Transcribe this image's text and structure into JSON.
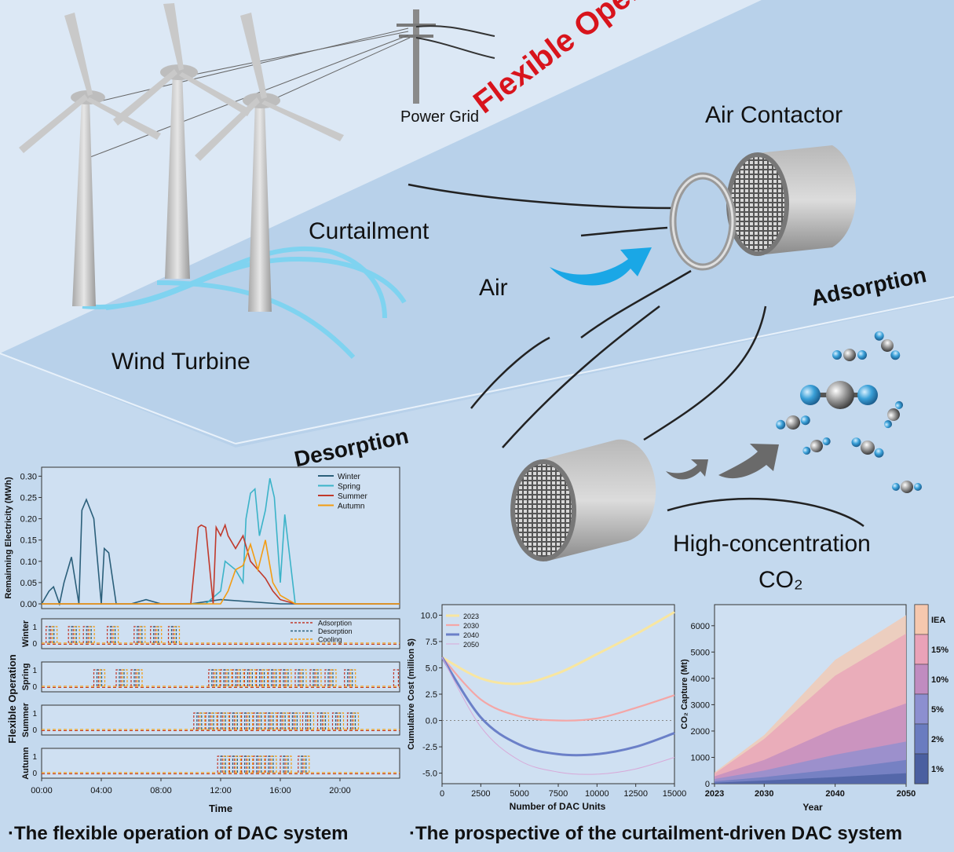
{
  "labels": {
    "power_grid": "Power Grid",
    "flexible_operation": "Flexible Operation",
    "air_contactor": "Air Contactor",
    "curtailment": "Curtailment",
    "air": "Air",
    "adsorption": "Adsorption",
    "wind_turbine": "Wind Turbine",
    "desorption": "Desorption",
    "high_concentration": "High-concentration",
    "co2": "CO₂"
  },
  "captions": {
    "left": "·The flexible operation of DAC system",
    "right": "·The prospective of the curtailment-driven DAC system"
  },
  "colors": {
    "flexible_operation_text": "#d8141c",
    "air_arrow": "#1aa7e6",
    "wind_curtailment_ribbon": "#7fd3f0"
  },
  "chart_data": [
    {
      "id": "remaining-electricity",
      "type": "line",
      "ylabel": "Remainning Electricity (MWh)",
      "ylim": [
        0,
        0.31
      ],
      "yticks": [
        "0.00",
        "0.05",
        "0.10",
        "0.15",
        "0.20",
        "0.25",
        "0.30"
      ],
      "x_range_hours": [
        0,
        24
      ],
      "legend_placement": "top-right",
      "series": [
        {
          "name": "Winter",
          "color": "#2b5f7a",
          "x": [
            0,
            0.5,
            0.8,
            1.2,
            1.5,
            2,
            2.5,
            2.7,
            3,
            3.5,
            4,
            4.2,
            4.5,
            5,
            6,
            7,
            8,
            10,
            12,
            16,
            20,
            24
          ],
          "y": [
            0,
            0.03,
            0.04,
            0,
            0.05,
            0.11,
            0,
            0.22,
            0.245,
            0.2,
            0,
            0.13,
            0.12,
            0,
            0,
            0.01,
            0,
            0,
            0.01,
            0,
            0,
            0
          ]
        },
        {
          "name": "Spring",
          "color": "#3bb3c8",
          "x": [
            0,
            11,
            12,
            12.3,
            13,
            13.5,
            13.7,
            14,
            14.3,
            14.6,
            15,
            15.3,
            15.6,
            16,
            16.3,
            17,
            24
          ],
          "y": [
            0,
            0,
            0.03,
            0.1,
            0.08,
            0.05,
            0.2,
            0.26,
            0.27,
            0.16,
            0.22,
            0.295,
            0.25,
            0.05,
            0.21,
            0,
            0
          ]
        },
        {
          "name": "Summer",
          "color": "#c0392b",
          "x": [
            0,
            10,
            10.5,
            10.7,
            11,
            11.5,
            11.7,
            12,
            12.3,
            12.5,
            13,
            13.5,
            14,
            14.5,
            15,
            15.5,
            16,
            17,
            24
          ],
          "y": [
            0,
            0,
            0.18,
            0.185,
            0.18,
            0,
            0.18,
            0.16,
            0.185,
            0.16,
            0.13,
            0.16,
            0.1,
            0.08,
            0.06,
            0.03,
            0.01,
            0,
            0
          ]
        },
        {
          "name": "Autumn",
          "color": "#f39c12",
          "x": [
            0,
            12,
            12.5,
            13,
            13.5,
            14,
            14.5,
            15,
            15.5,
            16,
            17,
            24
          ],
          "y": [
            0,
            0,
            0.03,
            0.08,
            0.09,
            0.14,
            0.08,
            0.15,
            0.05,
            0.02,
            0,
            0
          ]
        }
      ]
    },
    {
      "id": "flexible-operation-schedule",
      "type": "line",
      "ylabel": "Flexible Operation",
      "xlabel": "Time",
      "x_tick_labels": [
        "00:00",
        "04:00",
        "08:00",
        "12:00",
        "16:00",
        "20:00"
      ],
      "panels": [
        "Winter",
        "Spring",
        "Summer",
        "Autumn"
      ],
      "y_tick_labels": [
        "0",
        "1"
      ],
      "legend": [
        {
          "name": "Adsorption",
          "color": "#c0392b"
        },
        {
          "name": "Desorption",
          "color": "#2b5f7a"
        },
        {
          "name": "Cooling",
          "color": "#f39c12"
        }
      ],
      "windows_hours": {
        "Winter": [
          0.3,
          1.8,
          2.8,
          4.4,
          6.2,
          7.3,
          8.5
        ],
        "Spring": [
          3.5,
          5,
          6,
          11.2,
          12,
          12.8,
          13.6,
          14.4,
          15.2,
          16,
          17,
          18,
          19,
          20.3,
          23.6
        ],
        "Summer": [
          10.2,
          11,
          11.8,
          12.6,
          13.4,
          14.2,
          15,
          15.8,
          16.6,
          17.5,
          18.5,
          19.5,
          20.5
        ],
        "Autumn": [
          11.8,
          12.6,
          13.4,
          14.2,
          15,
          16,
          17.2
        ]
      }
    },
    {
      "id": "cumulative-cost",
      "type": "line",
      "xlabel": "Number of DAC Units",
      "ylabel": "Cumulative Cost (million $)",
      "xlim": [
        0,
        15000
      ],
      "ylim": [
        -6,
        11
      ],
      "xticks": [
        "0",
        "2500",
        "5000",
        "7500",
        "10000",
        "12500",
        "15000"
      ],
      "yticks": [
        "10.0",
        "7.5",
        "5.0",
        "2.5",
        "0.0",
        "-2.5",
        "-5.0"
      ],
      "legend_placement": "top-left",
      "series": [
        {
          "name": "2023",
          "color": "#f8e6a0",
          "x": [
            0,
            2500,
            5000,
            7500,
            10000,
            12500,
            15000
          ],
          "y": [
            6,
            4,
            3.5,
            4.5,
            6.3,
            8.2,
            10.3
          ]
        },
        {
          "name": "2030",
          "color": "#f4a6a6",
          "x": [
            0,
            2500,
            5000,
            7500,
            10000,
            12500,
            15000
          ],
          "y": [
            6,
            2,
            0.4,
            0,
            0.2,
            1.2,
            2.4
          ]
        },
        {
          "name": "2040",
          "color": "#6b80c8",
          "x": [
            0,
            2500,
            5000,
            7500,
            10000,
            12500,
            15000
          ],
          "y": [
            6,
            0.3,
            -2.3,
            -3.2,
            -3.2,
            -2.5,
            -1.2
          ]
        },
        {
          "name": "2050",
          "color": "#d8a8d8",
          "x": [
            0,
            2500,
            5000,
            7500,
            10000,
            12500,
            15000
          ],
          "y": [
            6,
            -0.6,
            -3.8,
            -4.9,
            -5.1,
            -4.6,
            -3.5
          ]
        }
      ]
    },
    {
      "id": "co2-capture",
      "type": "area",
      "xlabel": "Year",
      "ylabel": "CO₂ Capture (Mt)",
      "xlim": [
        2023,
        2050
      ],
      "ylim": [
        0,
        6800
      ],
      "xticks": [
        "2023",
        "2030",
        "2040",
        "2050"
      ],
      "yticks": [
        "0",
        "1000",
        "2000",
        "3000",
        "4000",
        "5000",
        "6000"
      ],
      "x": [
        2023,
        2030,
        2040,
        2050
      ],
      "series": [
        {
          "name": "1%",
          "color": "#4a5fa0",
          "y": [
            40,
            120,
            250,
            400
          ]
        },
        {
          "name": "2%",
          "color": "#6a7cc0",
          "y": [
            90,
            250,
            550,
            900
          ]
        },
        {
          "name": "5%",
          "color": "#8c8fd0",
          "y": [
            180,
            500,
            1100,
            1600
          ]
        },
        {
          "name": "10%",
          "color": "#c08cc0",
          "y": [
            280,
            900,
            2100,
            3050
          ]
        },
        {
          "name": "15%",
          "color": "#eaa2b8",
          "y": [
            380,
            1700,
            4100,
            5700
          ]
        },
        {
          "name": "IEA",
          "color": "#f6c8ae",
          "y": [
            430,
            1850,
            4700,
            6400
          ]
        }
      ],
      "colorbar": [
        "IEA",
        "15%",
        "10%",
        "5%",
        "2%",
        "1%"
      ]
    }
  ]
}
